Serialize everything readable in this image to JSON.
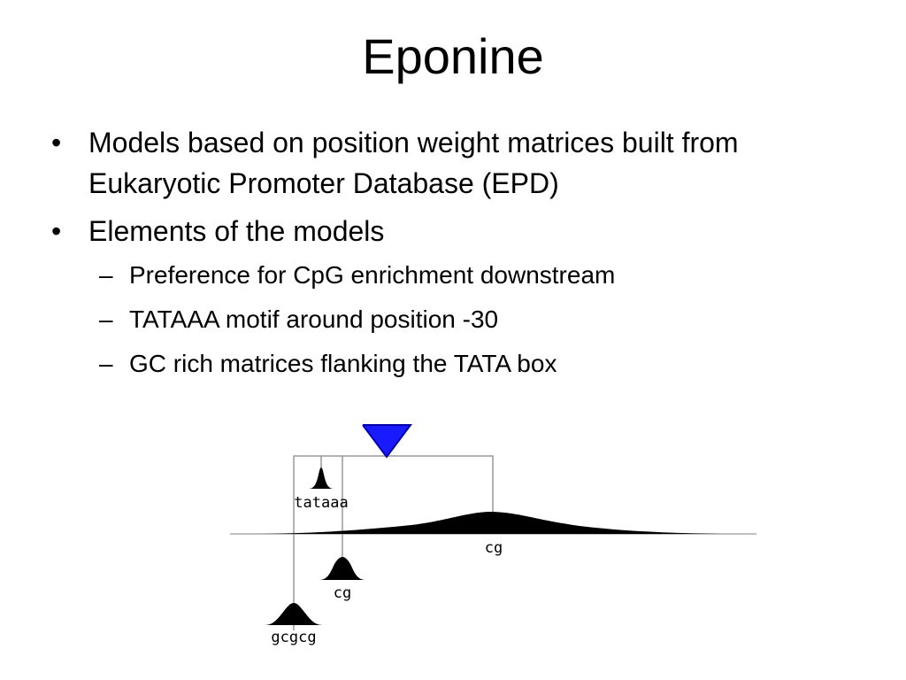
{
  "slide": {
    "title": "Eponine",
    "bullets": [
      {
        "marker": "•",
        "text": "Models based on position weight matrices built from Eukaryotic Promoter Database (EPD)"
      },
      {
        "marker": "•",
        "text": "Elements of the models",
        "sub_items": [
          {
            "marker": "–",
            "text": "Preference for CpG enrichment downstream"
          },
          {
            "marker": "–",
            "text": "TATAAA motif around position -30"
          },
          {
            "marker": "–",
            "text": "GC rich matrices flanking the TATA box"
          }
        ]
      }
    ]
  },
  "diagram": {
    "labels": {
      "tataaa": "tataaa",
      "cg_downstream": "cg",
      "cg_flank": "cg",
      "gcgcg": "gcgcg"
    },
    "colors": {
      "tss_marker": "#1a1aff",
      "tss_marker_stroke": "#0000aa",
      "bracket": "#999999",
      "axis": "#aaaaaa",
      "peaks": "#000000"
    }
  }
}
